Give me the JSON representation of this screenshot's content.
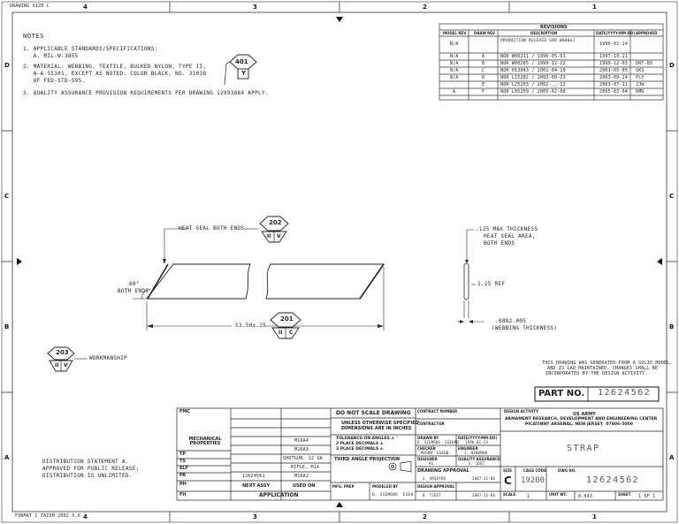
{
  "sheet": {
    "drawing_size": "DRAWING SIZE C",
    "format_note": "FORMAT C TAIOM 2002 X.X",
    "zones_top": [
      "4",
      "3",
      "2",
      "1"
    ],
    "zones_side": [
      "D",
      "C",
      "B",
      "A"
    ]
  },
  "notes": {
    "heading": "NOTES",
    "lines": [
      "1. APPLICABLE STANDARDS/SPECIFICATIONS:",
      "   A. MIL-W-3855",
      "2. MATERIAL: WEBBING, TEXTILE, BULKED NYLON, TYPE II,",
      "   A-A-55301, EXCEPT AS NOTED. COLOR BLACK, NO. 31038",
      "   OF FED-STD-595.",
      "3. QUALITY ASSURANCE PROVISION REQUIREMENTS PER DRAWING 12993884 APPLY."
    ],
    "flag_number": "401",
    "flag_letter": "Y"
  },
  "revisions": {
    "title": "REVISIONS",
    "headers": [
      "MODEL REV",
      "DRAW REV",
      "DESCRIPTION",
      "DATE(YYYY-MM-DD)",
      "APPROVED"
    ],
    "rows": [
      [
        "N/A",
        "",
        "PRODUCTION RELEASE ERR W00067",
        "1996-01-24",
        ""
      ],
      [
        "N/A",
        "A",
        "NOR W00211 / 1996-05-01",
        "1997-10-21",
        ""
      ],
      [
        "N/A",
        "B",
        "NOR W00285 / 1999-12-22",
        "1999-12-03",
        "DRT-BS"
      ],
      [
        "N/A",
        "C",
        "NOR 013043 / 2001-04-20",
        "2001-05-05",
        "GKS"
      ],
      [
        "N/A",
        "D",
        "NOR L15202 / 2003-08-23",
        "2003-09-24",
        "PLY"
      ],
      [
        "",
        "E",
        "NOR L25203 / 2002-..-12",
        "2003-07-11",
        "JJW"
      ],
      [
        "A",
        "F",
        "NOR L05209 / 2005-02-08",
        "2005-03-04",
        "DMD"
      ]
    ]
  },
  "drawing": {
    "heat_seal_label": "HEAT SEAL BOTH ENDS",
    "flag_202_number": "202",
    "flag_202_roman": "II",
    "flag_202_letter": "V",
    "angle_label": "60°",
    "angle_sub": "BOTH ENDS",
    "length_dim": "53.50±.25",
    "flag_201_number": "201",
    "flag_201_roman": "II",
    "flag_201_letter": "C",
    "thickness_note_1": ".125 MAX THICKNESS",
    "thickness_note_2": "HEAT SEAL AREA,",
    "thickness_note_3": "BOTH ENDS",
    "width_ref": "1.25 REF",
    "web_thickness_1": ".0882.005",
    "web_thickness_2": "(WEBBING THICKNESS)",
    "flag_203_number": "203",
    "flag_203_roman": "II",
    "flag_203_letter": "V",
    "workmanship_label": "WORKMANSHIP"
  },
  "solid_model_note": [
    "THIS DRAWING WAS GENERATED FROM A SOLID MODEL,",
    "AND IS CAD MAINTAINED. CHANGES SHALL BE",
    "INCORPORATED BY THE DESIGN ACTIVITY."
  ],
  "part_no": {
    "label": "PART NO.",
    "value": "12624562"
  },
  "distribution": [
    "DISTRIBUTION STATEMENT A.",
    "APPROVED FOR PUBLIC RELEASE;",
    "DISTRIBUTION IS UNLIMITED."
  ],
  "title_block": {
    "fmc": "FMC",
    "mechanical_properties": "MECHANICAL PROPERTIES",
    "side_labels": [
      "TP",
      "TS",
      "ELF",
      "PA",
      "PH",
      "FH"
    ],
    "next_assy_rows": [
      [
        "",
        ""
      ],
      [
        "",
        "M16A4"
      ],
      [
        "",
        "M16A3"
      ],
      [
        "",
        "SHOTGUN, 12 GA"
      ],
      [
        "",
        "RIFLE, M14"
      ],
      [
        "12624561",
        "M16A2"
      ]
    ],
    "next_assy_label": "NEXT ASSY",
    "used_on_label": "USED ON",
    "application_label": "APPLICATION",
    "do_not_scale": "DO NOT SCALE DRAWING",
    "unless_specified_1": "UNLESS OTHERWISE SPECIFIED",
    "unless_specified_2": "DIMENSIONS ARE IN INCHES",
    "tolerances_1": "TOLERANCE ON ANGLES ± °",
    "tolerances_2": "2 PLACE DECIMALS ±",
    "tolerances_3": "3 PLACE DECIMALS ±",
    "third_angle": "THIRD ANGLE PROJECTION",
    "contract_number_label": "CONTRACT NUMBER",
    "contractor_label": "CONTRACTOR",
    "drawn_by_label": "DRAWN BY",
    "drawn_by_value": "D. SIEMENS  ESEHRB",
    "date_label": "DATE(YYYY-MM-DD)",
    "date_value": "1996-01-24",
    "checker_label": "CHECKER",
    "checker_value": "MASON  ESEHB",
    "engineer_label": "ENGINEER",
    "engineer_value": "J. HINDMAN",
    "designer_label": "DESIGNER",
    "designer_value": "KS",
    "quality_label": "QUALITY ASSURANCE",
    "quality_value": "E. JOST",
    "drawing_approval_label": "DRAWING APPROVAL",
    "drawing_approval_value": "J. ORSATOR",
    "drawing_approval_date": "2007-11-06",
    "design_approval_label": "DESIGN APPROVAL",
    "design_approval_value": "B. TJOST",
    "design_approval_date": "2007-11-06",
    "mfg_prep_label": "MFG. PREP",
    "modeled_by_label": "MODELED BY",
    "modeled_by_value": "D. SIEMENS  ESEH",
    "design_activity_label": "DESIGN ACTIVITY",
    "activity_1": "US ARMY",
    "activity_2": "ARMAMENT RESEARCH, DEVELOPMENT AND ENGINEERING CENTER",
    "activity_3": "PICATINNY ARSENAL, NEW JERSEY  07806-5000",
    "title": "STRAP",
    "size_label": "SIZE",
    "size_value": "C",
    "cage_label": "CAGE CODE",
    "cage_value": "19200",
    "dwg_no_label": "DWG NO.",
    "dwg_no_value": "12624562",
    "scale_label": "SCALE",
    "scale_value": "1",
    "unit_wt_label": "UNIT WT.",
    "unit_wt_value": "0.043",
    "sheet_label": "SHEET",
    "sheet_value": "1 OF 1"
  }
}
